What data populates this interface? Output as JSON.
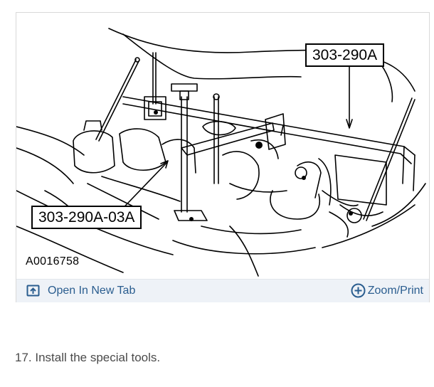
{
  "figure": {
    "callout_main": "303-290A",
    "callout_sub": "303-290A-03A",
    "figure_id": "A0016758",
    "illustration_icon": "engine-compartment-line-drawing"
  },
  "toolbar": {
    "open_tab_label": "Open In New Tab",
    "open_tab_icon": "open-in-new-tab-icon",
    "zoom_label": "Zoom/Print",
    "zoom_icon": "zoom-plus-icon",
    "link_color": "#2a5d8f"
  },
  "step": {
    "text": "17. Install the special tools."
  }
}
